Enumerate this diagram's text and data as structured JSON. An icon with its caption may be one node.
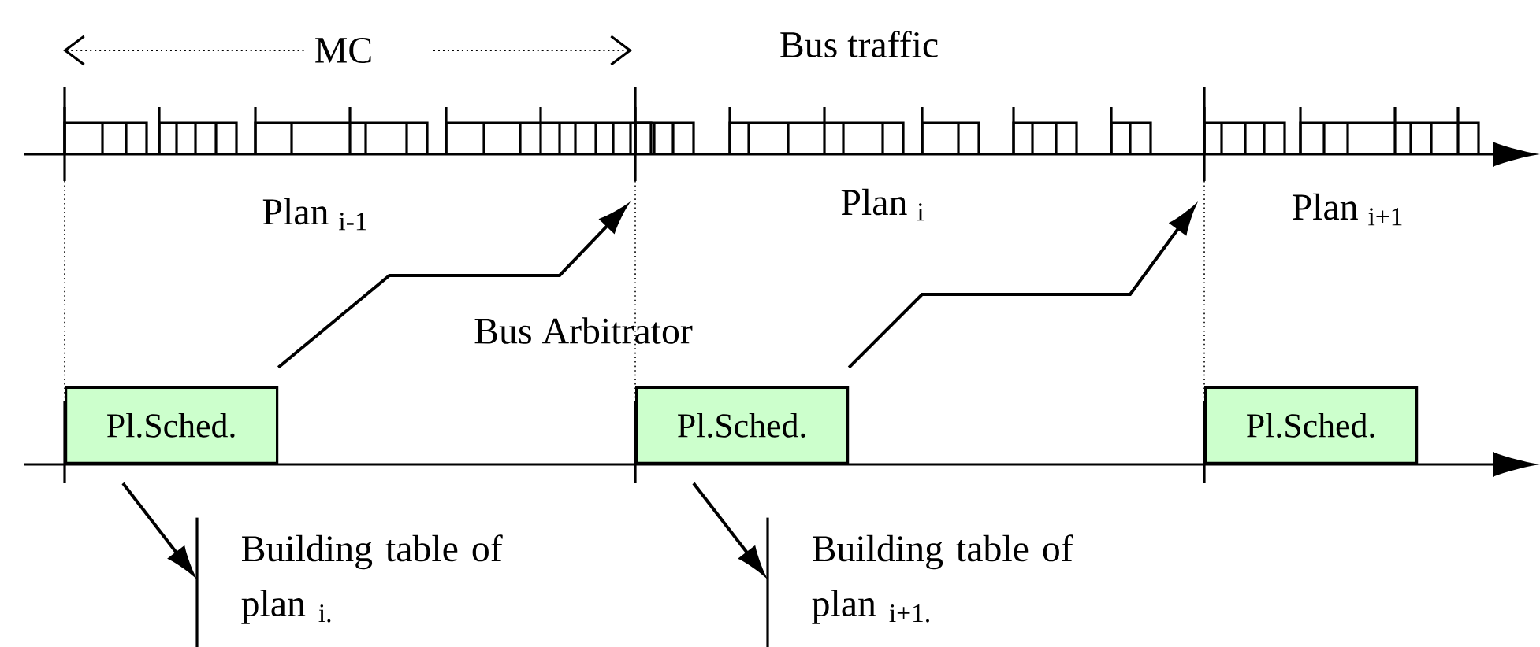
{
  "diagram": {
    "nodes": [
      {
        "text": [
          "Pl.Sched."
        ]
      },
      {
        "text": [
          "Pl.Sched."
        ]
      },
      {
        "text": [
          "Pl.Sched."
        ]
      },
      {
        "text": [
          "Building table of plan $_{i.}$"
        ]
      },
      {
        "text": [
          "Building table of plan $_{i+1.}$"
        ]
      }
    ],
    "edges": [
      {
        "from": 0,
        "to": null,
        "arrow": "to"
      },
      {
        "from": 1,
        "to": null,
        "arrow": "to"
      },
      {
        "from": 0,
        "to": 3,
        "arrow": "to"
      },
      {
        "from": 1,
        "to": 4,
        "arrow": "to"
      }
    ],
    "labels": [
      "MC",
      "Bus traffic",
      "Plan $_{i-1}$",
      "Plan $_{i}$",
      "Plan $_{i+1}$",
      "Bus Arbitrator"
    ]
  }
}
